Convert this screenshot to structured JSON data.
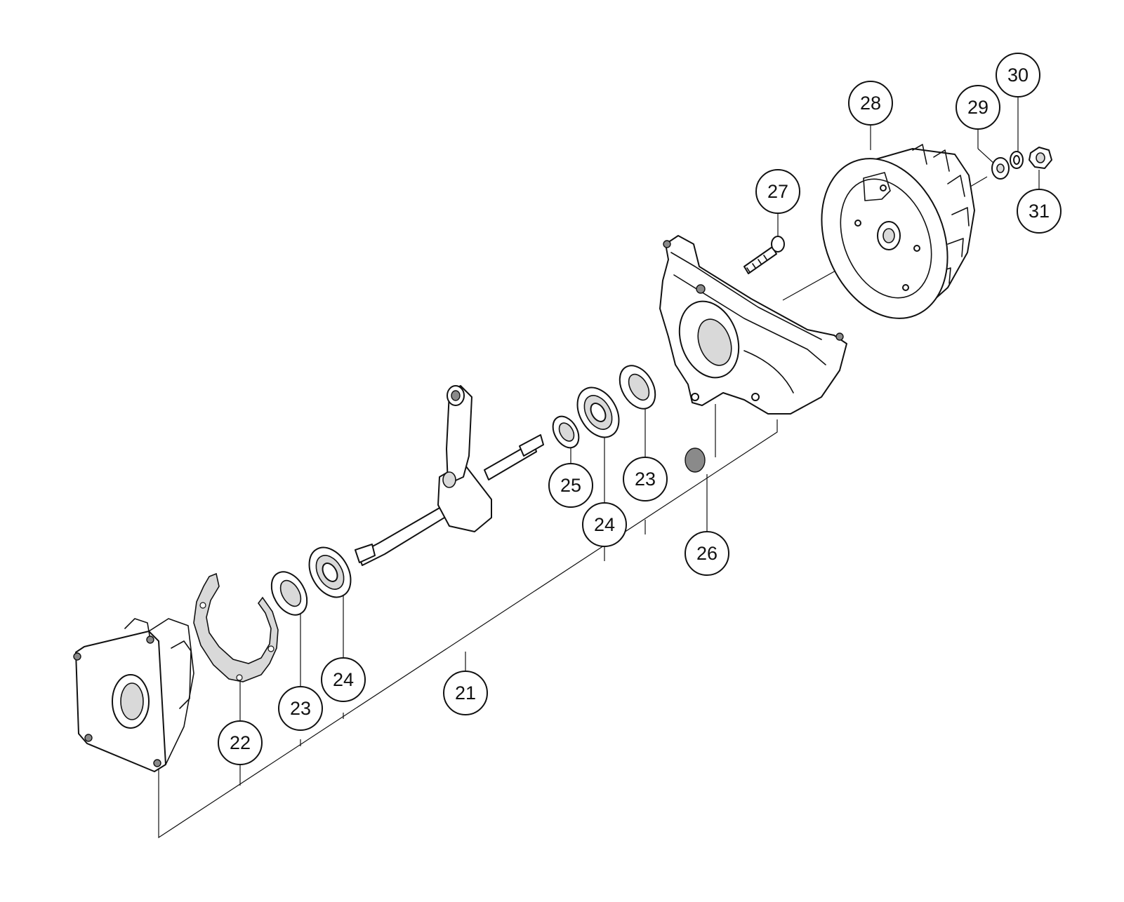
{
  "callouts": [
    {
      "id": "c21",
      "label": "21"
    },
    {
      "id": "c22",
      "label": "22"
    },
    {
      "id": "c23a",
      "label": "23"
    },
    {
      "id": "c24a",
      "label": "24"
    },
    {
      "id": "c25",
      "label": "25"
    },
    {
      "id": "c24b",
      "label": "24"
    },
    {
      "id": "c23b",
      "label": "23"
    },
    {
      "id": "c26",
      "label": "26"
    },
    {
      "id": "c27",
      "label": "27"
    },
    {
      "id": "c28",
      "label": "28"
    },
    {
      "id": "c29",
      "label": "29"
    },
    {
      "id": "c30",
      "label": "30"
    },
    {
      "id": "c31",
      "label": "31"
    }
  ]
}
